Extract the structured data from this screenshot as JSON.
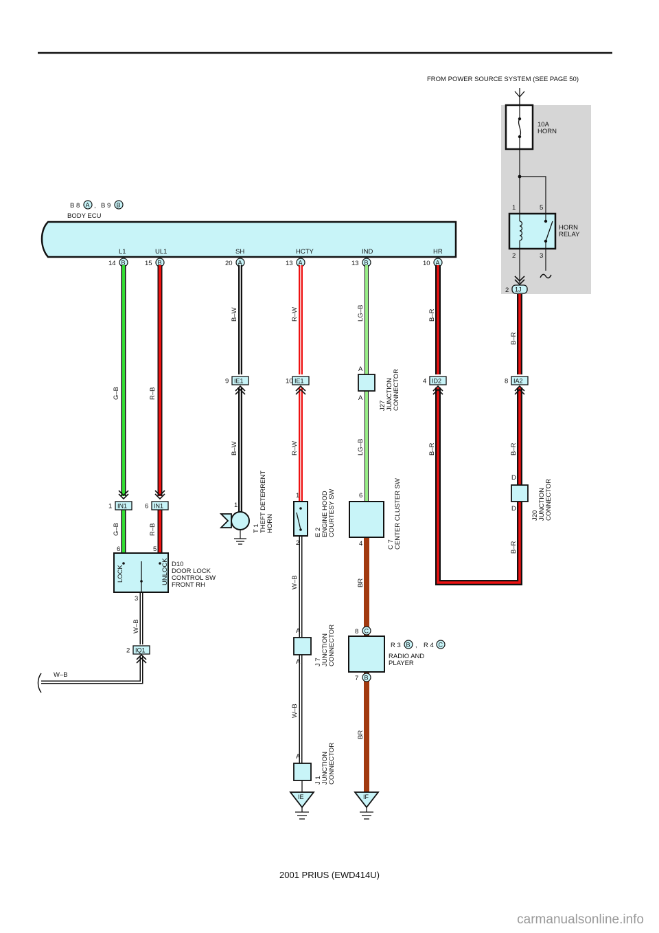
{
  "header": {
    "power_source": "FROM POWER SOURCE SYSTEM (SEE PAGE 50)"
  },
  "fuse": {
    "rating": "10A",
    "name": "HORN"
  },
  "horn_relay": {
    "name_line1": "HORN",
    "name_line2": "RELAY",
    "pin1": "1",
    "pin5": "5",
    "pin2": "2",
    "pin3": "3"
  },
  "relay_connector": {
    "pin": "2",
    "code": "1J"
  },
  "body_ecu": {
    "name": "BODY ECU",
    "conn1_num": "B 8",
    "conn1_badge": "A",
    "sep": ",",
    "conn2_num": "B 9",
    "conn2_badge": "B",
    "terminals": [
      {
        "name": "L1",
        "pin": "14",
        "badge": "B"
      },
      {
        "name": "UL1",
        "pin": "15",
        "badge": "B"
      },
      {
        "name": "SH",
        "pin": "20",
        "badge": "A"
      },
      {
        "name": "HCTY",
        "pin": "13",
        "badge": "A"
      },
      {
        "name": "IND",
        "pin": "13",
        "badge": "B"
      },
      {
        "name": "HR",
        "pin": "10",
        "badge": "A"
      }
    ]
  },
  "wires": {
    "g_b": "G–B",
    "r_b": "R–B",
    "b_w": "B–W",
    "r_w": "R–W",
    "lg_b": "LG–B",
    "b_r": "B–R",
    "w_b": "W–B",
    "br": "BR"
  },
  "connectors": {
    "ie1_a": {
      "pin": "9",
      "code": "IE1"
    },
    "ie1_b": {
      "pin": "10",
      "code": "IE1"
    },
    "id2": {
      "pin": "4",
      "code": "ID2"
    },
    "ia2": {
      "pin": "8",
      "code": "IA2"
    },
    "in1_a": {
      "pin": "1",
      "code": "IN1"
    },
    "in1_b": {
      "pin": "6",
      "code": "IN1"
    },
    "iq1": {
      "pin": "2",
      "code": "IQ1"
    }
  },
  "components": {
    "j27": {
      "l1": "J27",
      "l2": "JUNCTION",
      "l3": "CONNECTOR",
      "pin": "A"
    },
    "j20": {
      "l1": "J20",
      "l2": "JUNCTION",
      "l3": "CONNECTOR",
      "pin": "D"
    },
    "t1": {
      "l1": "T 1",
      "l2": "THEFT DETERRENT",
      "l3": "HORN",
      "pin": "1"
    },
    "e2": {
      "l1": "E 2",
      "l2": "ENGINE HOOD",
      "l3": "COURTESY SW",
      "pin1": "1",
      "pin2": "2"
    },
    "c7": {
      "l1": "C 7",
      "l2": "CENTER CLUSTER SW",
      "pin6": "6",
      "pin4": "4"
    },
    "d10": {
      "l1": "D10",
      "l2": "DOOR LOCK",
      "l3": "CONTROL SW",
      "l4": "FRONT RH",
      "lock": "LOCK",
      "unlock": "UNLOCK",
      "pin6": "6",
      "pin5": "5",
      "pin3": "3"
    },
    "j7": {
      "l1": "J 7",
      "l2": "JUNCTION",
      "l3": "CONNECTOR",
      "pin": "A"
    },
    "j1": {
      "l1": "J 1",
      "l2": "JUNCTION",
      "l3": "CONNECTOR",
      "pin": "A"
    },
    "radio": {
      "l1": "RADIO AND",
      "l2": "PLAYER",
      "conn1_num": "R 3",
      "conn1_badge": "B",
      "sep": ",",
      "conn2_num": "R 4",
      "conn2_badge": "C",
      "pin8": "8",
      "pin8_badge": "C",
      "pin7": "7",
      "pin7_badge": "B"
    }
  },
  "grounds": {
    "ie": "IE",
    "if": "IF"
  },
  "footer": {
    "model": "2001 PRIUS (EWD414U)",
    "watermark": "carmanualsonline.info"
  },
  "colors": {
    "ecu_fill": "#c8f4f8",
    "relay_bg": "#d6d6d6",
    "green": "#33dd33",
    "red": "#ee1111",
    "light_green": "#99ee88",
    "brown": "#a23a10",
    "black": "#111111"
  }
}
